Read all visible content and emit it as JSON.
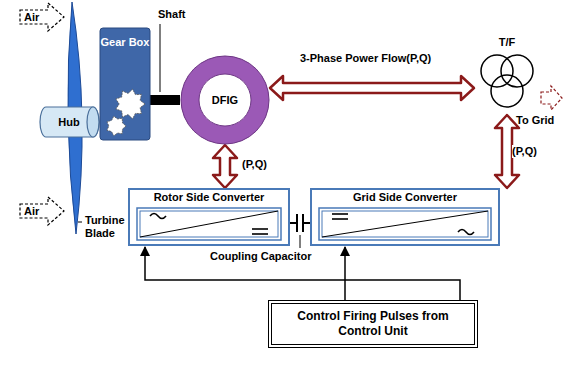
{
  "diagram": {
    "nodes": [
      {
        "text": [
          "Hub"
        ]
      },
      {
        "text": [
          "Gear Box"
        ]
      },
      {
        "text": [
          "DFIG"
        ]
      },
      {
        "text": [
          "T/F"
        ]
      },
      {
        "text": [
          "Rotor Side Converter"
        ]
      },
      {
        "text": [
          "Grid Side Converter"
        ]
      },
      {
        "text": [
          "Control Firing Pulses from Control Unit"
        ]
      }
    ],
    "edges": [
      {
        "from": 2,
        "to": 3,
        "arrow": "both",
        "label": "3-Phase Power Flow(P,Q)"
      },
      {
        "from": 2,
        "to": 4,
        "arrow": "both",
        "label": "(P,Q)"
      },
      {
        "from": 3,
        "to": 5,
        "arrow": "both",
        "label": "(P,Q)"
      },
      {
        "from": 4,
        "to": 5,
        "arrow": "none"
      },
      {
        "from": 6,
        "to": 4,
        "arrow": "to"
      },
      {
        "from": 6,
        "to": 5,
        "arrow": "to"
      },
      {
        "from": 1,
        "to": 2,
        "arrow": "none"
      }
    ],
    "labels": [
      "Air",
      "Air",
      "Turbine Blade",
      "Shaft",
      "Coupling Capacitor",
      "To Grid"
    ]
  }
}
